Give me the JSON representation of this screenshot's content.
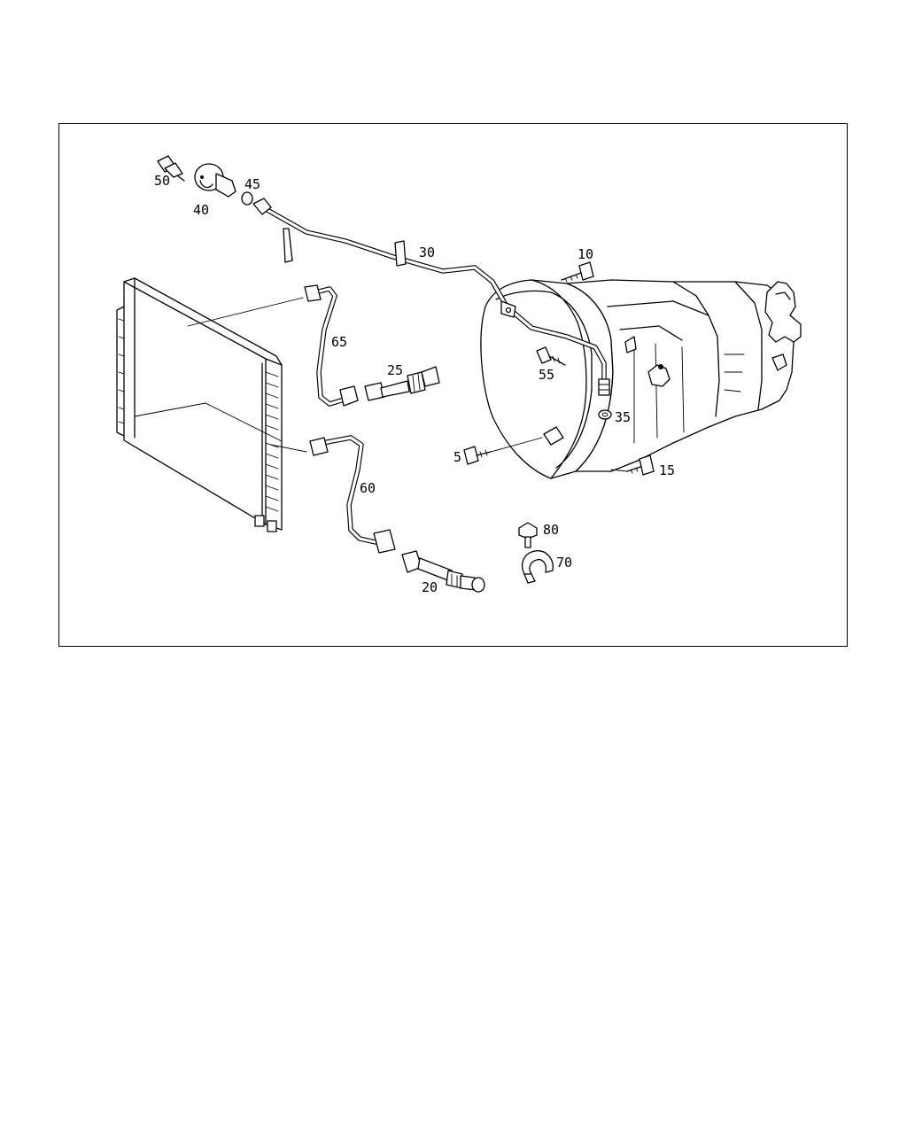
{
  "diagram": {
    "callouts": {
      "p5": "5",
      "p10": "10",
      "p15": "15",
      "p20": "20",
      "p25": "25",
      "p30": "30",
      "p35": "35",
      "p40": "40",
      "p45": "45",
      "p50": "50",
      "p55": "55",
      "p60": "60",
      "p65": "65",
      "p70": "70",
      "p80": "80"
    }
  }
}
